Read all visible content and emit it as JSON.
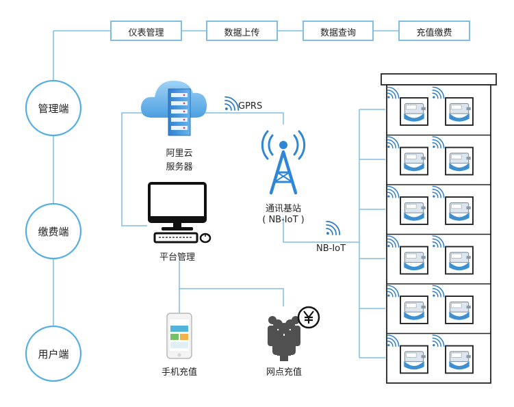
{
  "colors": {
    "line": "#7fbde2",
    "accent_blue": "#2f86d6",
    "dark": "#222222",
    "cloud": "#55a9e3",
    "meter": "#3e8fcf"
  },
  "top_labels": [
    "仪表管理",
    "数据上传",
    "数据查询",
    "充值缴费"
  ],
  "sides": [
    "管理端",
    "缴费端",
    "用户端"
  ],
  "nodes": {
    "server_line1": "阿里云",
    "server_line2": "服务器",
    "platform": "平台管理",
    "base_line1": "通讯基站",
    "base_line2": "( NB-IoT )",
    "gprs": "GPRS",
    "nbiot": "NB-IoT",
    "mobile": "手机充值",
    "outlet": "网点充值"
  },
  "icons": [
    "cloud-server-icon",
    "computer-icon",
    "mouse-icon",
    "tower-icon",
    "phone-icon",
    "people-yen-icon",
    "water-meter-icon",
    "wireless-signal-icon"
  ],
  "building": {
    "floors": 6,
    "meters_per_floor": 2
  }
}
